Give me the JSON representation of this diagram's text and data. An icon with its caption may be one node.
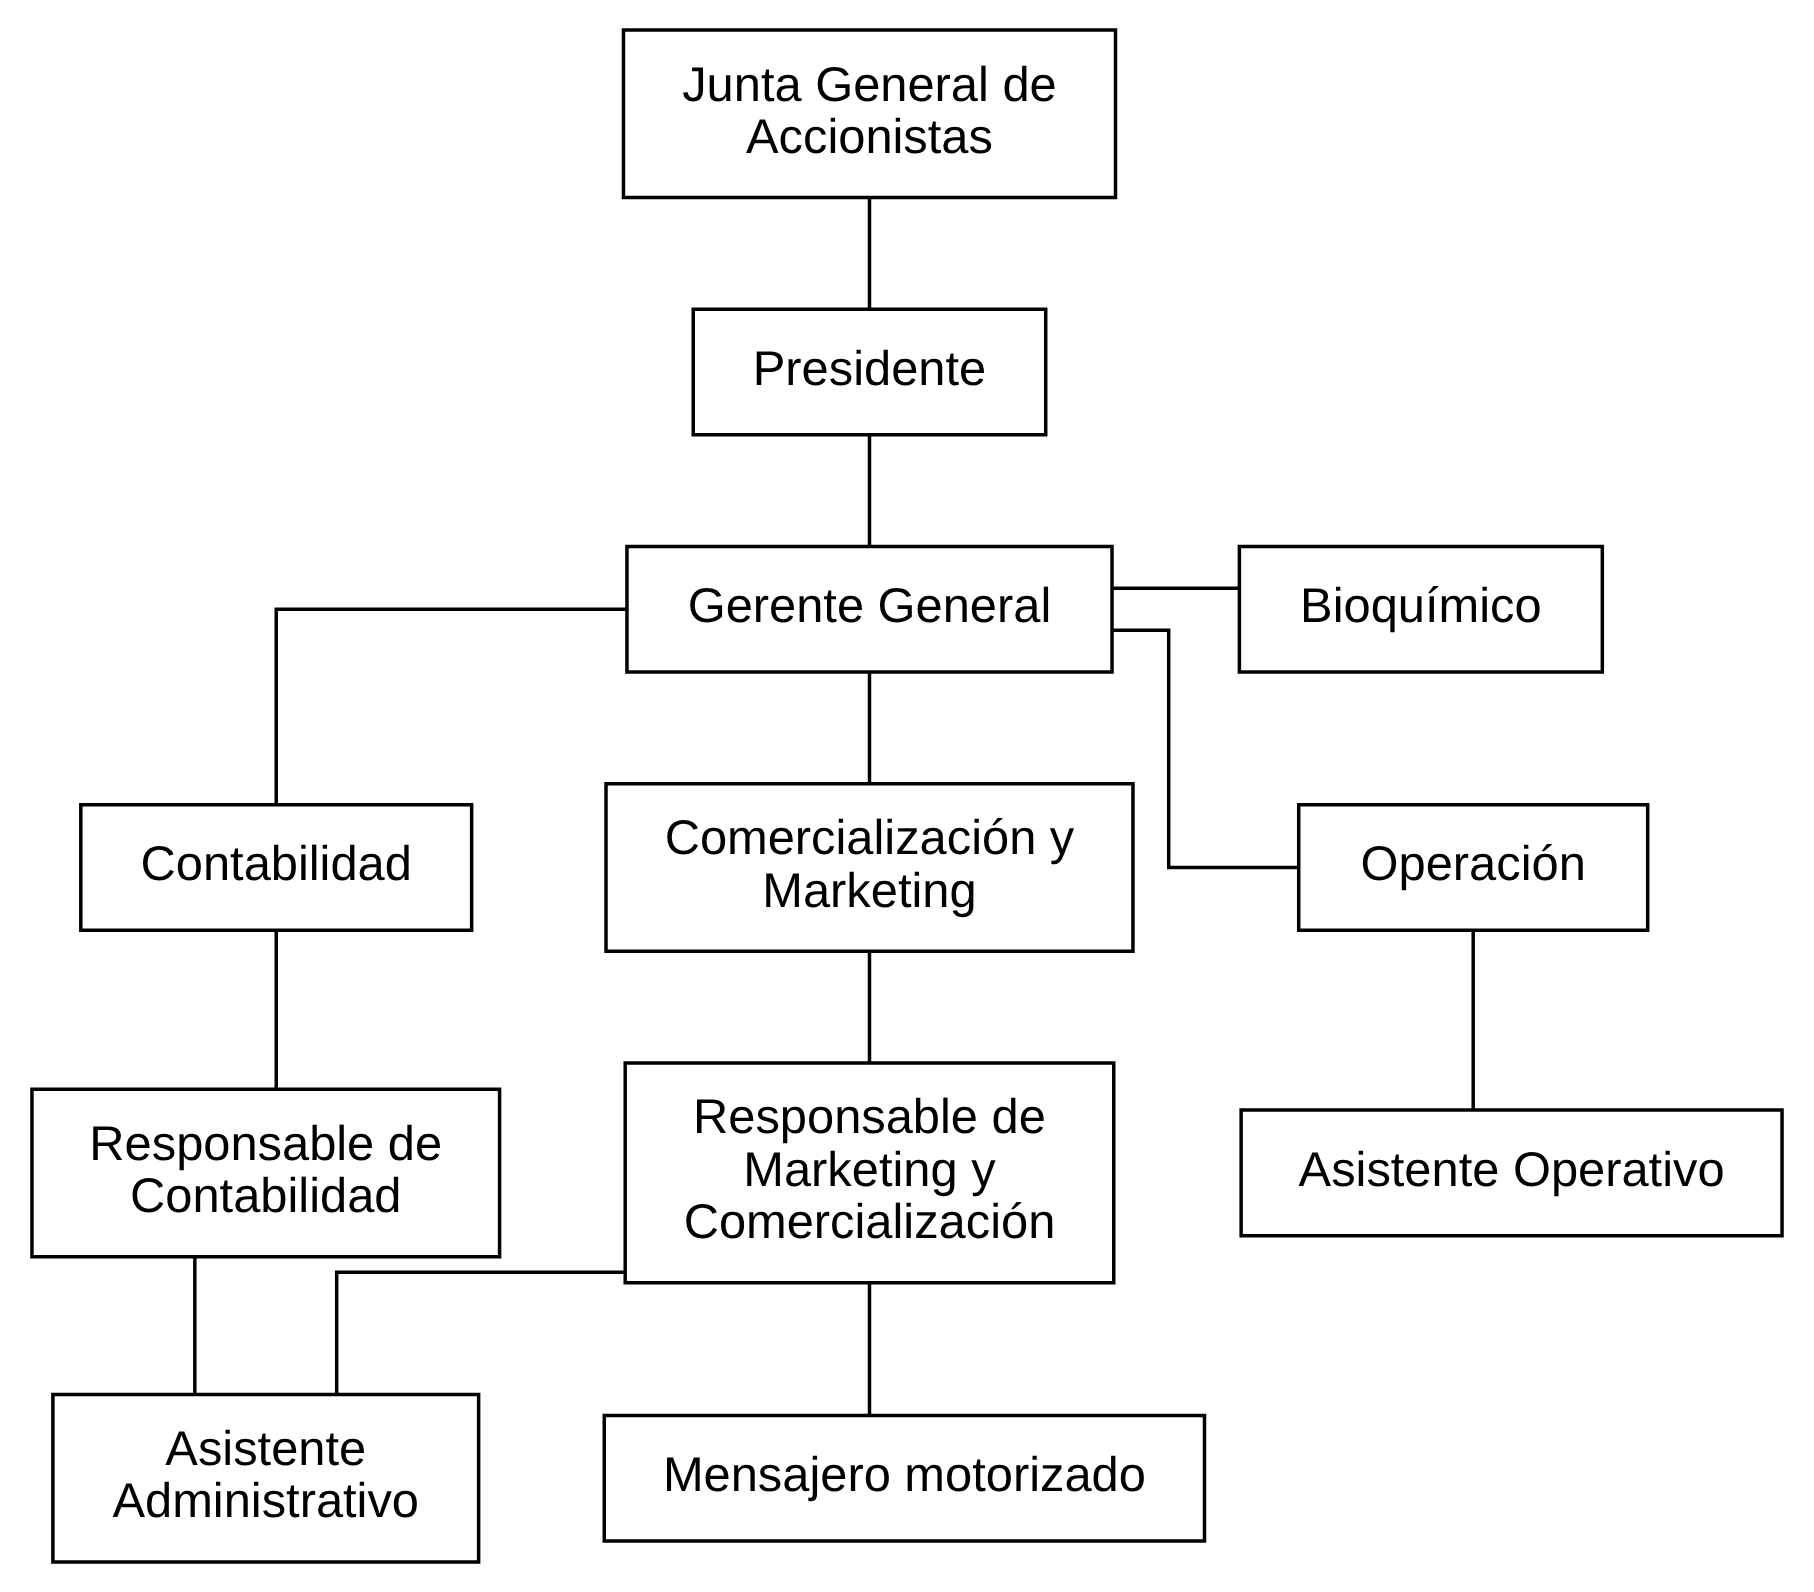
{
  "diagram": {
    "nodes": [
      {
        "text": [
          "Junta General de Accionistas"
        ]
      },
      {
        "text": [
          "Presidente"
        ]
      },
      {
        "text": [
          "Gerente General"
        ]
      },
      {
        "text": [
          "Bioquímico"
        ]
      },
      {
        "text": [
          "Contabilidad"
        ]
      },
      {
        "text": [
          "Comercialización y Marketing"
        ]
      },
      {
        "text": [
          "Operación"
        ]
      },
      {
        "text": [
          "Responsable de Contabilidad"
        ]
      },
      {
        "text": [
          "Responsable de Marketing y Comercialización"
        ]
      },
      {
        "text": [
          "Asistente Operativo"
        ]
      },
      {
        "text": [
          "Asistente Administrativo"
        ]
      },
      {
        "text": [
          "Mensajero motorizado"
        ]
      }
    ],
    "edges": [
      {
        "from": 0,
        "to": 1,
        "arrow": "none"
      },
      {
        "from": 1,
        "to": 2,
        "arrow": "none"
      },
      {
        "from": 2,
        "to": 3,
        "arrow": "none"
      },
      {
        "from": 2,
        "to": 4,
        "arrow": "none"
      },
      {
        "from": 2,
        "to": 5,
        "arrow": "none"
      },
      {
        "from": 2,
        "to": 6,
        "arrow": "none"
      },
      {
        "from": 4,
        "to": 7,
        "arrow": "none"
      },
      {
        "from": 5,
        "to": 8,
        "arrow": "none"
      },
      {
        "from": 6,
        "to": 9,
        "arrow": "none"
      },
      {
        "from": 7,
        "to": 10,
        "arrow": "none"
      },
      {
        "from": 8,
        "to": 10,
        "arrow": "none"
      },
      {
        "from": 8,
        "to": 11,
        "arrow": "none"
      }
    ]
  }
}
